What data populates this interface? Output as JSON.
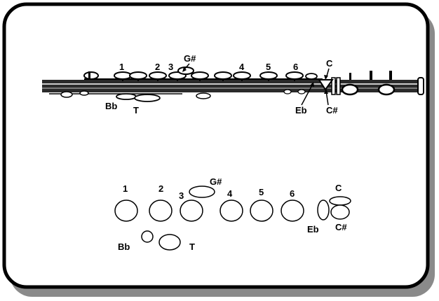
{
  "colors": {
    "frame_border": "#000000",
    "frame_shadow": "#8a8a8a",
    "background": "#ffffff",
    "flute_body": "#2a2a2a",
    "key_fill": "#ffffff",
    "ink": "#000000"
  },
  "flute": {
    "labels": {
      "key1": "1",
      "key2": "2",
      "key3": "3",
      "gsharp": "G#",
      "key4": "4",
      "key5": "5",
      "key6": "6",
      "c": "C",
      "bb": "Bb",
      "t": "T",
      "eb": "Eb",
      "csharp": "C#"
    }
  },
  "chart": {
    "labels": {
      "key1": "1",
      "key2": "2",
      "key3": "3",
      "gsharp": "G#",
      "key4": "4",
      "key5": "5",
      "key6": "6",
      "c": "C",
      "bb": "Bb",
      "t": "T",
      "eb": "Eb",
      "csharp": "C#"
    }
  }
}
